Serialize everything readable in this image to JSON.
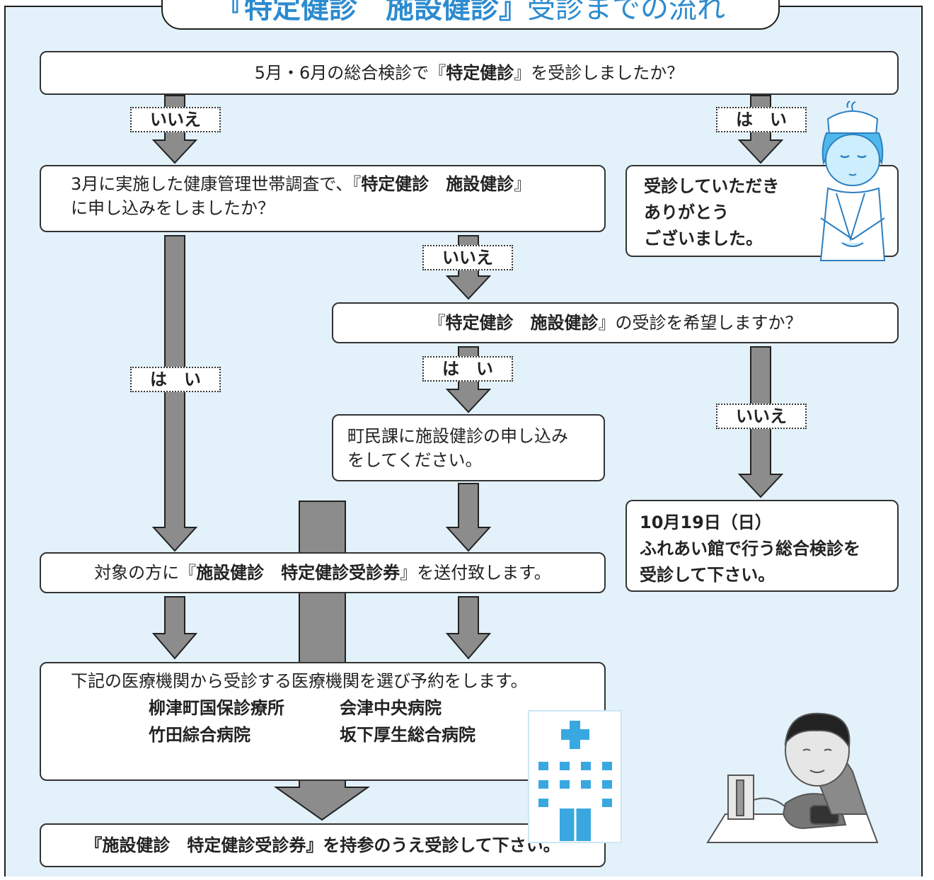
{
  "title": {
    "bracketed": "『特定健診　施設健診』",
    "rest": "受診までの流れ"
  },
  "boxes": {
    "q1": {
      "pre": "5月・6月の総合検診で『",
      "strong": "特定健診",
      "post": "』を受診しましたか？"
    },
    "q2": {
      "line1_pre": "3月に実施した健康管理世帯調査で、『",
      "line1_strong": "特定健診　施設健診",
      "line1_post": "』",
      "line2": "に申し込みをしましたか？"
    },
    "thanks": {
      "line1": "受診していただき",
      "line2": "ありがとう",
      "line3": "ございました。"
    },
    "q3": {
      "pre": "『",
      "strong": "特定健診　施設健診",
      "post": "』の受診を希望しますか？"
    },
    "apply": {
      "line1": "町民課に施設健診の申し込み",
      "line2": "をしてください。"
    },
    "oct": {
      "line1": "10月19日（日）",
      "line2": "ふれあい館で行う総合検診を",
      "line3": "受診して下さい。"
    },
    "send": {
      "pre": "対象の方に『",
      "strong": "施設健診　特定健診受診券",
      "post": "』を送付致します。"
    },
    "choose": {
      "line1": "下記の医療機関から受診する医療機関を選び予約をします。",
      "clinics": [
        "柳津町国保診療所",
        "会津中央病院",
        "竹田綜合病院",
        "坂下厚生総合病院"
      ]
    },
    "final": {
      "text": "『施設健診　特定健診受診券』を持参のうえ受診して下さい。"
    }
  },
  "labels": {
    "no1": "いいえ",
    "yes1": "は　い",
    "no2": "いいえ",
    "yes2": "は　い",
    "yes3": "は　い",
    "no3": "いいえ"
  },
  "colors": {
    "background": "#e2f1fa",
    "title": "#2c8bd0",
    "arrow_fill": "#8c8c8c",
    "border": "#333333"
  },
  "icons": [
    "nurse-illustration",
    "hospital-illustration",
    "blood-pressure-illustration"
  ]
}
